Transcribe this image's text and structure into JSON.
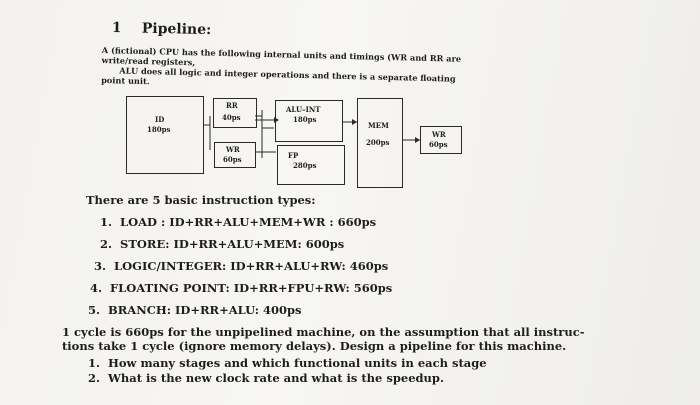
{
  "heading": {
    "number": "1",
    "title": "Pipeline:"
  },
  "intro": {
    "line1": "A (fictional) CPU has the following internal units and timings (WR and RR are",
    "line2": "write/read registers,",
    "line3": "ALU does all logic and integer operations and there is a separate floating",
    "line4": "point unit."
  },
  "diagram": {
    "id": {
      "name": "ID",
      "time": "180ps"
    },
    "rr": {
      "name": "RR",
      "time": "40ps"
    },
    "wr_mid": {
      "name": "WR",
      "time": "60ps"
    },
    "alu": {
      "name": "ALU–INT",
      "time": "180ps"
    },
    "fp": {
      "name": "FP",
      "time": "280ps"
    },
    "mem": {
      "name": "MEM",
      "time": "200ps"
    },
    "wr_out": {
      "name": "WR",
      "time": "60ps"
    }
  },
  "types": {
    "title": "There are 5 basic instruction types:",
    "items": [
      {
        "n": "1.",
        "text": "LOAD : ID+RR+ALU+MEM+WR : 660ps"
      },
      {
        "n": "2.",
        "text": "STORE: ID+RR+ALU+MEM: 600ps"
      },
      {
        "n": "3.",
        "text": "LOGIC/INTEGER: ID+RR+ALU+RW: 460ps"
      },
      {
        "n": "4.",
        "text": "FLOATING POINT: ID+RR+FPU+RW: 560ps"
      },
      {
        "n": "5.",
        "text": "BRANCH: ID+RR+ALU: 400ps"
      }
    ]
  },
  "paragraph": {
    "line1": "1 cycle is 660ps for the unpipelined machine, on the assumption that all instruc-",
    "line2": "tions take 1 cycle (ignore memory delays). Design a pipeline for this machine."
  },
  "questions": [
    {
      "n": "1.",
      "text": "How many stages and which functional units in each stage"
    },
    {
      "n": "2.",
      "text": "What is the new clock rate and what is the speedup."
    }
  ]
}
